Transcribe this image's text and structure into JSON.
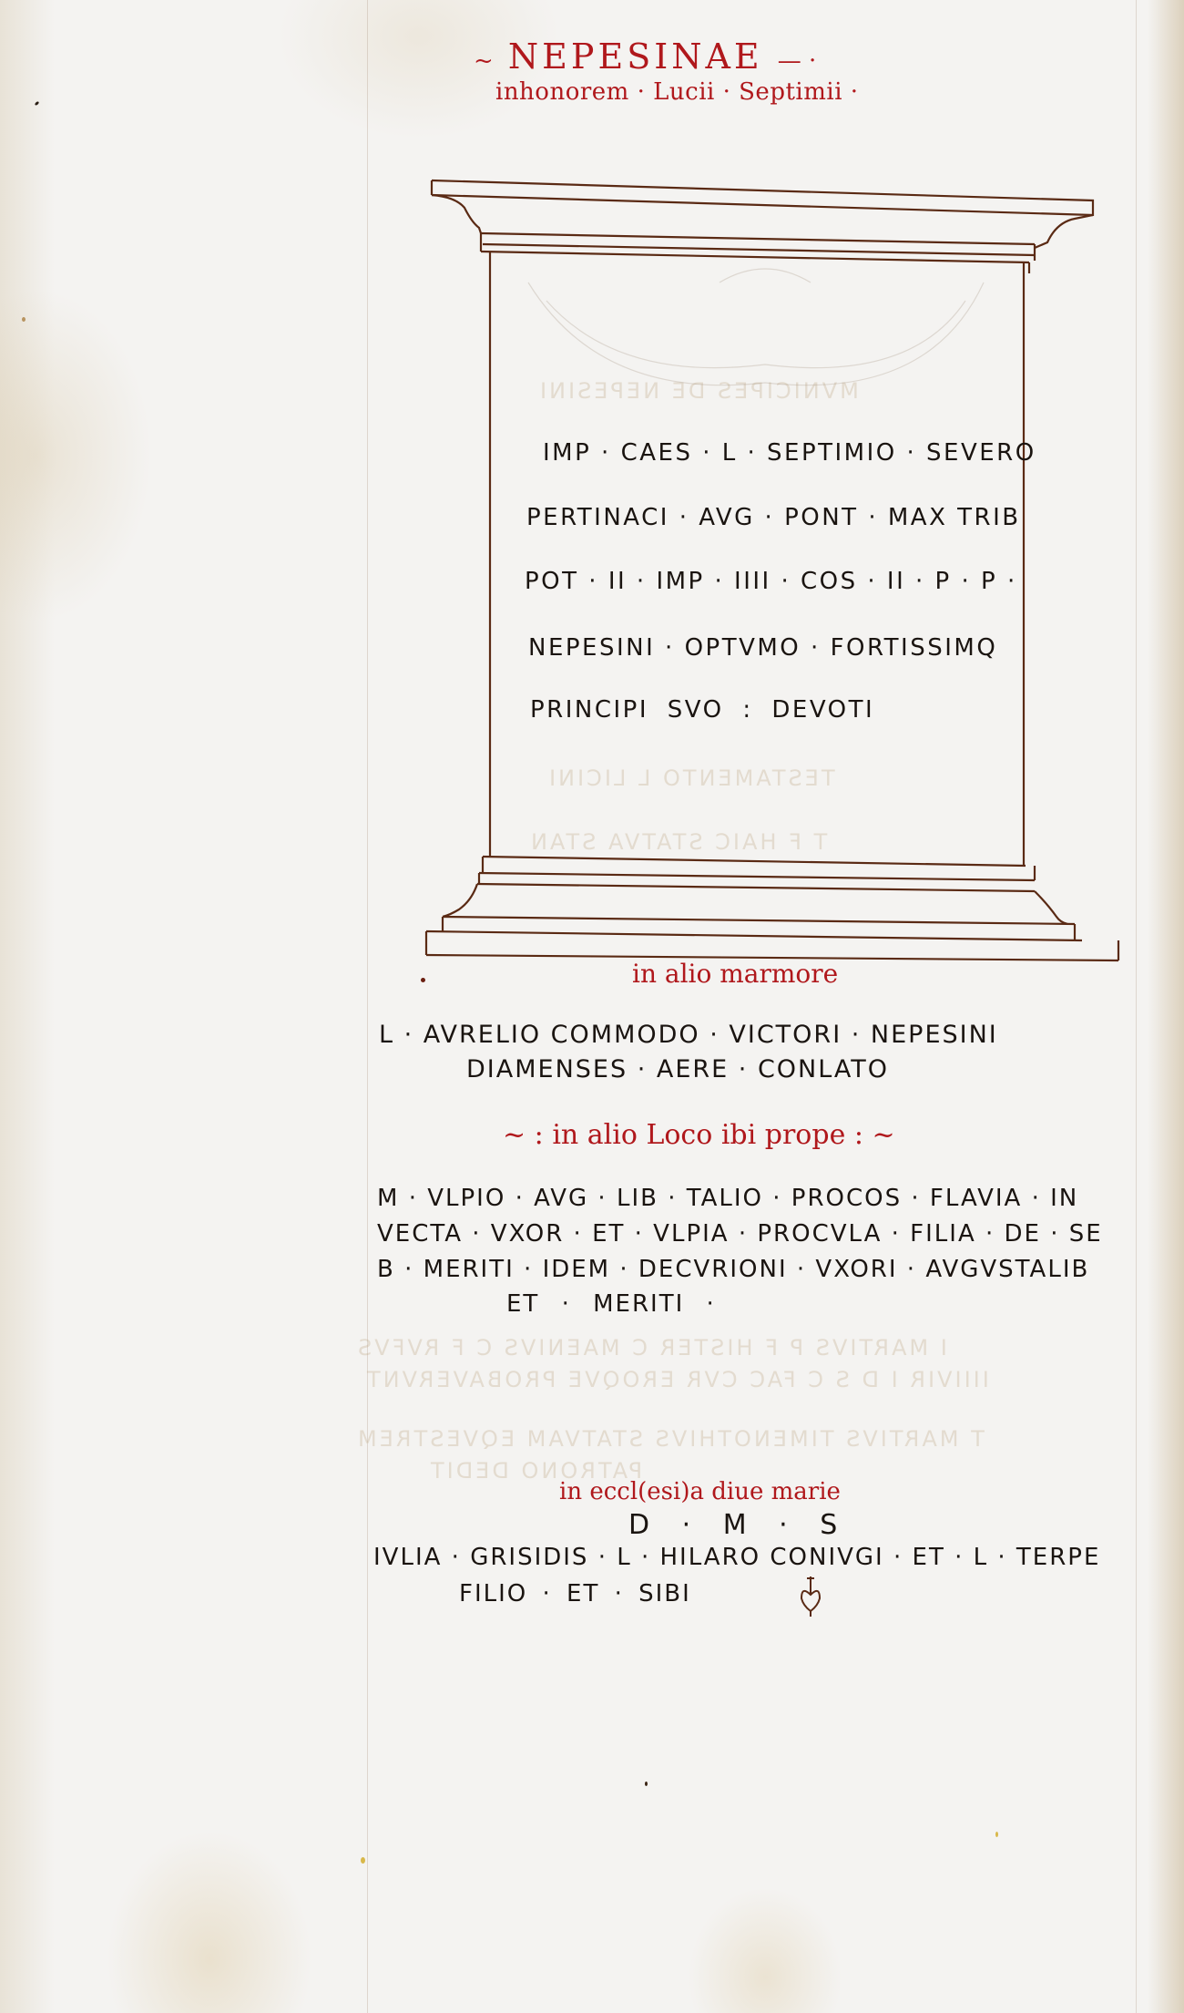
{
  "heading": {
    "title": "NEPESINAE",
    "title_swash_left": "~",
    "title_swash_right": "— ·",
    "subtitle": "inhonorem · Lucii · Septimii ·"
  },
  "inscription_1": {
    "lines": [
      "IMP · CAES · L · SEPTIMIO · SEVERO",
      "PERTINACI · AVG · PONT · MAX TRIB",
      "POT · II · IMP · IIII · COS · II · P · P ·",
      "NEPESINI · OPTVMO · FORTISSIMQ",
      "PRINCIPI  SVO :   DEVOTI"
    ]
  },
  "rubric_2": "in alio marmore",
  "inscription_2": {
    "lines": [
      "L · AVRELIO  COMMODO · VICTORI · NEPESINI",
      "DIAMENSES · AERE · CONLATO"
    ]
  },
  "rubric_3": "~ : in alio  Loco ibi prope : ~",
  "inscription_3": {
    "lines": [
      "M · VLPIO · AVG · LIB · TALIO · PROCOS · FLAVIA · IN",
      "VECTA · VXOR · ET · VLPIA · PROCVLA · FILIA · DE · SE",
      "B · MERITI · IDEM · DECVRIONI · VXORI · AVGVSTALIB",
      "ET  ·  MERITI ·"
    ]
  },
  "rubric_4": "in eccl(esi)a diue marie",
  "inscription_4": {
    "lines": [
      "D · M · S",
      "IVLIA · GRISIDIS · L · HILARO  CONIVGI · ET · L · TERPE",
      "FILIO · ET  ·  SIBI"
    ],
    "ornament": "hedera-leaf"
  },
  "colors": {
    "rubric_red": "#b0181c",
    "ink_black": "#1a1410",
    "drawing_brown": "#5a2a14",
    "parchment": "#f4f3f1"
  }
}
